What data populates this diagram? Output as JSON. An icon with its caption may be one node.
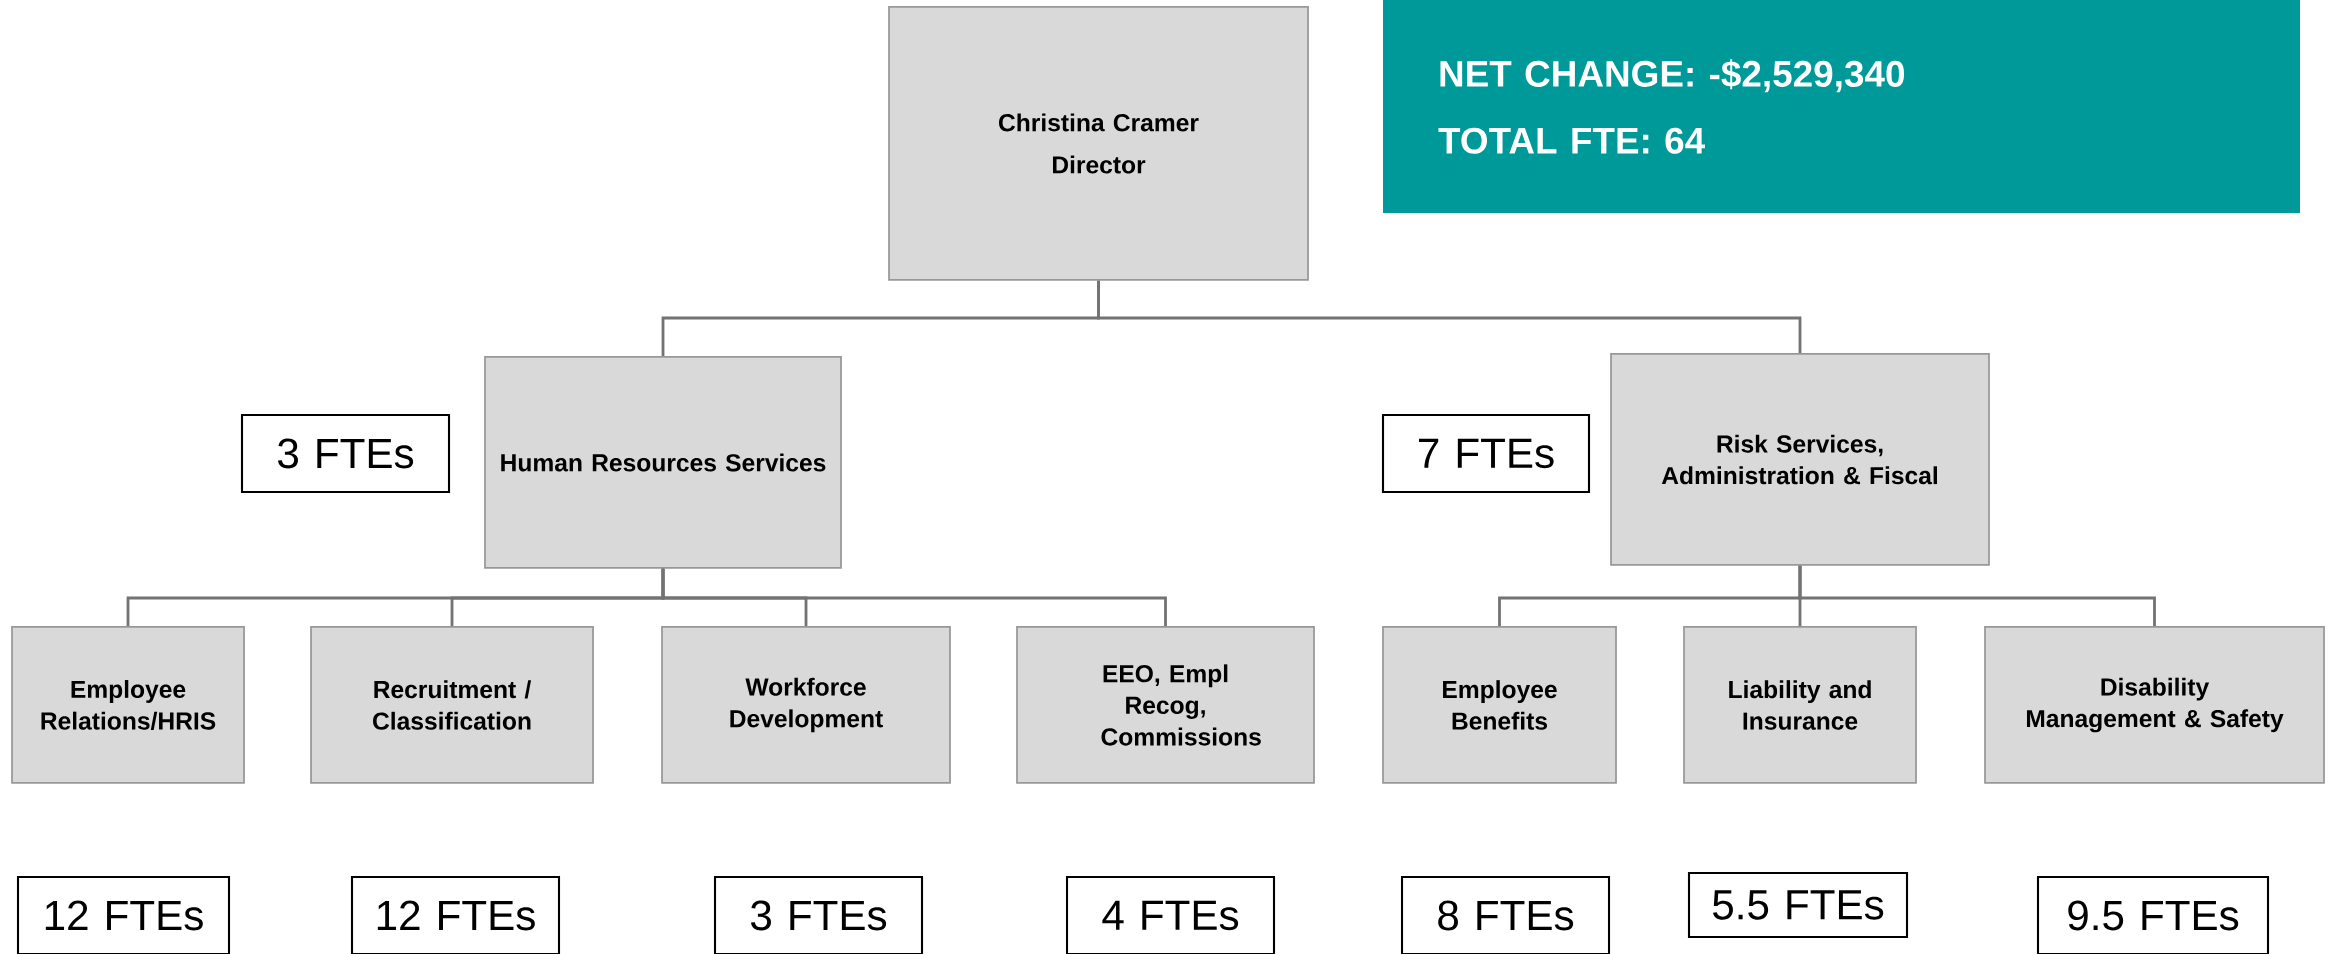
{
  "diagram": {
    "nodes": [
      {
        "text": [
          "Christina Cramer",
          "Director"
        ]
      },
      {
        "text": [
          "NET CHANGE: -$2,529,340",
          "TOTAL FTE: 64"
        ]
      },
      {
        "text": [
          "3 FTEs"
        ]
      },
      {
        "text": [
          "Human Resources Services"
        ]
      },
      {
        "text": [
          "7 FTEs"
        ]
      },
      {
        "text": [
          "Risk Services, Administration & Fiscal"
        ]
      },
      {
        "text": [
          "Employee Relations/HRIS"
        ]
      },
      {
        "text": [
          "Recruitment / Classification"
        ]
      },
      {
        "text": [
          "Workforce Development"
        ]
      },
      {
        "text": [
          "EEO, Empl Recog, Commissions"
        ]
      },
      {
        "text": [
          "Employee Benefits"
        ]
      },
      {
        "text": [
          "Liability and Insurance"
        ]
      },
      {
        "text": [
          "Disability Management & Safety"
        ]
      },
      {
        "text": [
          "12 FTEs"
        ]
      },
      {
        "text": [
          "12 FTEs"
        ]
      },
      {
        "text": [
          "3 FTEs"
        ]
      },
      {
        "text": [
          "4 FTEs"
        ]
      },
      {
        "text": [
          "8 FTEs"
        ]
      },
      {
        "text": [
          "5.5 FTEs"
        ]
      },
      {
        "text": [
          "9.5 FTEs"
        ]
      }
    ],
    "edges": [
      {
        "from": 0,
        "to": 3,
        "arrow": "none"
      },
      {
        "from": 0,
        "to": 5,
        "arrow": "none"
      },
      {
        "from": 3,
        "to": 6,
        "arrow": "none"
      },
      {
        "from": 3,
        "to": 7,
        "arrow": "none"
      },
      {
        "from": 3,
        "to": 8,
        "arrow": "none"
      },
      {
        "from": 3,
        "to": 9,
        "arrow": "none"
      },
      {
        "from": 5,
        "to": 10,
        "arrow": "none"
      },
      {
        "from": 5,
        "to": 11,
        "arrow": "none"
      },
      {
        "from": 5,
        "to": 12,
        "arrow": "none"
      }
    ]
  }
}
